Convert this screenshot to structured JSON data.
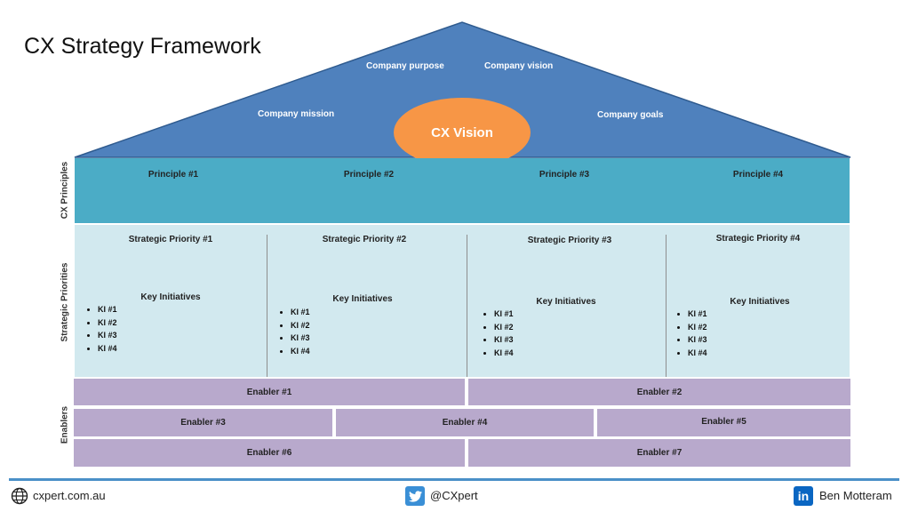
{
  "title": "CX Strategy Framework",
  "roof": {
    "labels": {
      "purpose": "Company purpose",
      "vision": "Company vision",
      "mission": "Company mission",
      "goals": "Company goals"
    },
    "center": "CX Vision"
  },
  "principles": {
    "side_label": "CX Principles",
    "items": [
      "Principle #1",
      "Principle #2",
      "Principle #3",
      "Principle #4"
    ]
  },
  "priorities": {
    "side_label": "Strategic Priorities",
    "columns": [
      {
        "title": "Strategic Priority #1",
        "ki_heading": "Key Initiatives",
        "ki": [
          "KI #1",
          "KI #2",
          "KI #3",
          "KI #4"
        ]
      },
      {
        "title": "Strategic Priority #2",
        "ki_heading": "Key Initiatives",
        "ki": [
          "KI #1",
          "KI #2",
          "KI #3",
          "KI #4"
        ]
      },
      {
        "title": "Strategic Priority #3",
        "ki_heading": "Key Initiatives",
        "ki": [
          "KI #1",
          "KI #2",
          "KI #3",
          "KI #4"
        ]
      },
      {
        "title": "Strategic Priority #4",
        "ki_heading": "Key Initiatives",
        "ki": [
          "KI #1",
          "KI #2",
          "KI #3",
          "KI #4"
        ]
      }
    ]
  },
  "enablers": {
    "side_label": "Enablers",
    "items": [
      "Enabler #1",
      "Enabler #2",
      "Enabler #3",
      "Enabler #4",
      "Enabler #5",
      "Enabler #6",
      "Enabler #7"
    ]
  },
  "footer": {
    "website": "cxpert.com.au",
    "twitter": "@CXpert",
    "author": "Ben Motteram"
  },
  "colors": {
    "roof": "#4f81bd",
    "vision": "#f79646",
    "principles": "#4bacc6",
    "priorities": "#d2e9ef",
    "enablers": "#b8a9cc",
    "rule": "#4a90c8"
  }
}
